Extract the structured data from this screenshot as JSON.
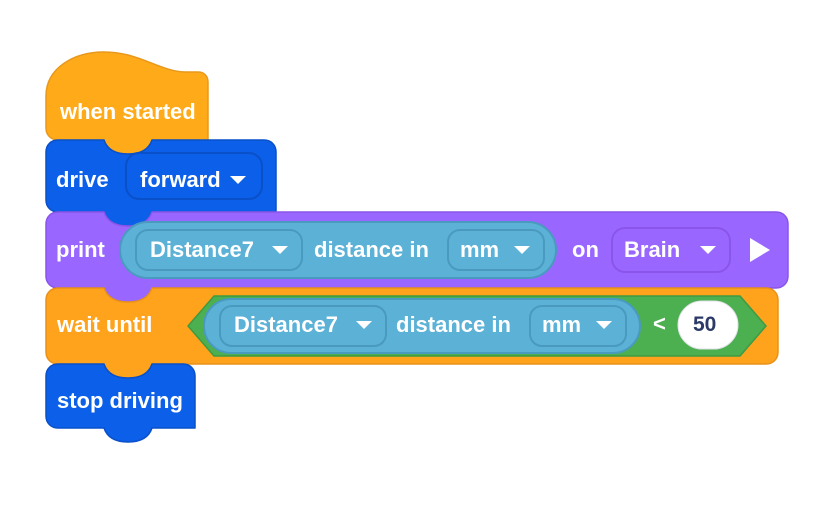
{
  "app": {
    "name": "block-coding-workspace",
    "canvas_background": "#ffffff"
  },
  "palette": {
    "event_hat": "#FFAB19",
    "event_hat_stroke": "#E8981A",
    "drivetrain_blue": "#0B5FE8",
    "drivetrain_blue_stroke": "#0A50C8",
    "looks_purple": "#9966FF",
    "looks_purple_stroke": "#8A55E8",
    "control_orange": "#FFA21C",
    "control_orange_stroke": "#E8921A",
    "operator_green": "#4CAF50",
    "operator_green_stroke": "#3F9A43",
    "sensing_teal": "#5CB1D6",
    "sensing_teal_stroke": "#4A9AC0",
    "input_white": "#FFFFFF",
    "input_text": "#2B3A66",
    "dropdown_stroke_on_blue": "#0A50C8",
    "dropdown_stroke_on_teal": "#4A9AC0",
    "dropdown_stroke_on_purple": "#8A55E8"
  },
  "script": {
    "name": "main-script-stack",
    "blocks": [
      {
        "id": "when-started",
        "type": "hat",
        "category": "event",
        "label": "when started"
      },
      {
        "id": "drive",
        "type": "stack",
        "category": "drivetrain",
        "label": "drive",
        "inputs": [
          {
            "id": "drive-direction",
            "kind": "dropdown",
            "value": "forward",
            "icon": "chevron-down-icon"
          }
        ]
      },
      {
        "id": "print",
        "type": "stack",
        "category": "looks",
        "label": "print",
        "trailing_label": "on",
        "inputs": [
          {
            "id": "print-value-reporter",
            "kind": "reporter",
            "category": "sensing",
            "label": "distance in",
            "dropdowns": [
              {
                "id": "distance-sensor",
                "value": "Distance7",
                "icon": "chevron-down-icon"
              },
              {
                "id": "distance-units",
                "value": "mm",
                "icon": "chevron-down-icon"
              }
            ]
          },
          {
            "id": "print-target",
            "kind": "dropdown",
            "value": "Brain",
            "icon": "chevron-down-icon"
          }
        ],
        "run_button": {
          "id": "run-block-button",
          "icon": "play-icon"
        }
      },
      {
        "id": "wait-until",
        "type": "stack",
        "category": "control",
        "label": "wait until",
        "inputs": [
          {
            "id": "condition-less-than",
            "kind": "boolean",
            "category": "operator",
            "operator": "<",
            "left": {
              "id": "condition-reporter",
              "kind": "reporter",
              "category": "sensing",
              "label": "distance in",
              "dropdowns": [
                {
                  "id": "condition-sensor",
                  "value": "Distance7",
                  "icon": "chevron-down-icon"
                },
                {
                  "id": "condition-units",
                  "value": "mm",
                  "icon": "chevron-down-icon"
                }
              ]
            },
            "right": {
              "id": "condition-threshold",
              "kind": "number-input",
              "value": "50"
            }
          }
        ]
      },
      {
        "id": "stop-driving",
        "type": "stack",
        "category": "drivetrain",
        "label": "stop driving"
      }
    ]
  }
}
